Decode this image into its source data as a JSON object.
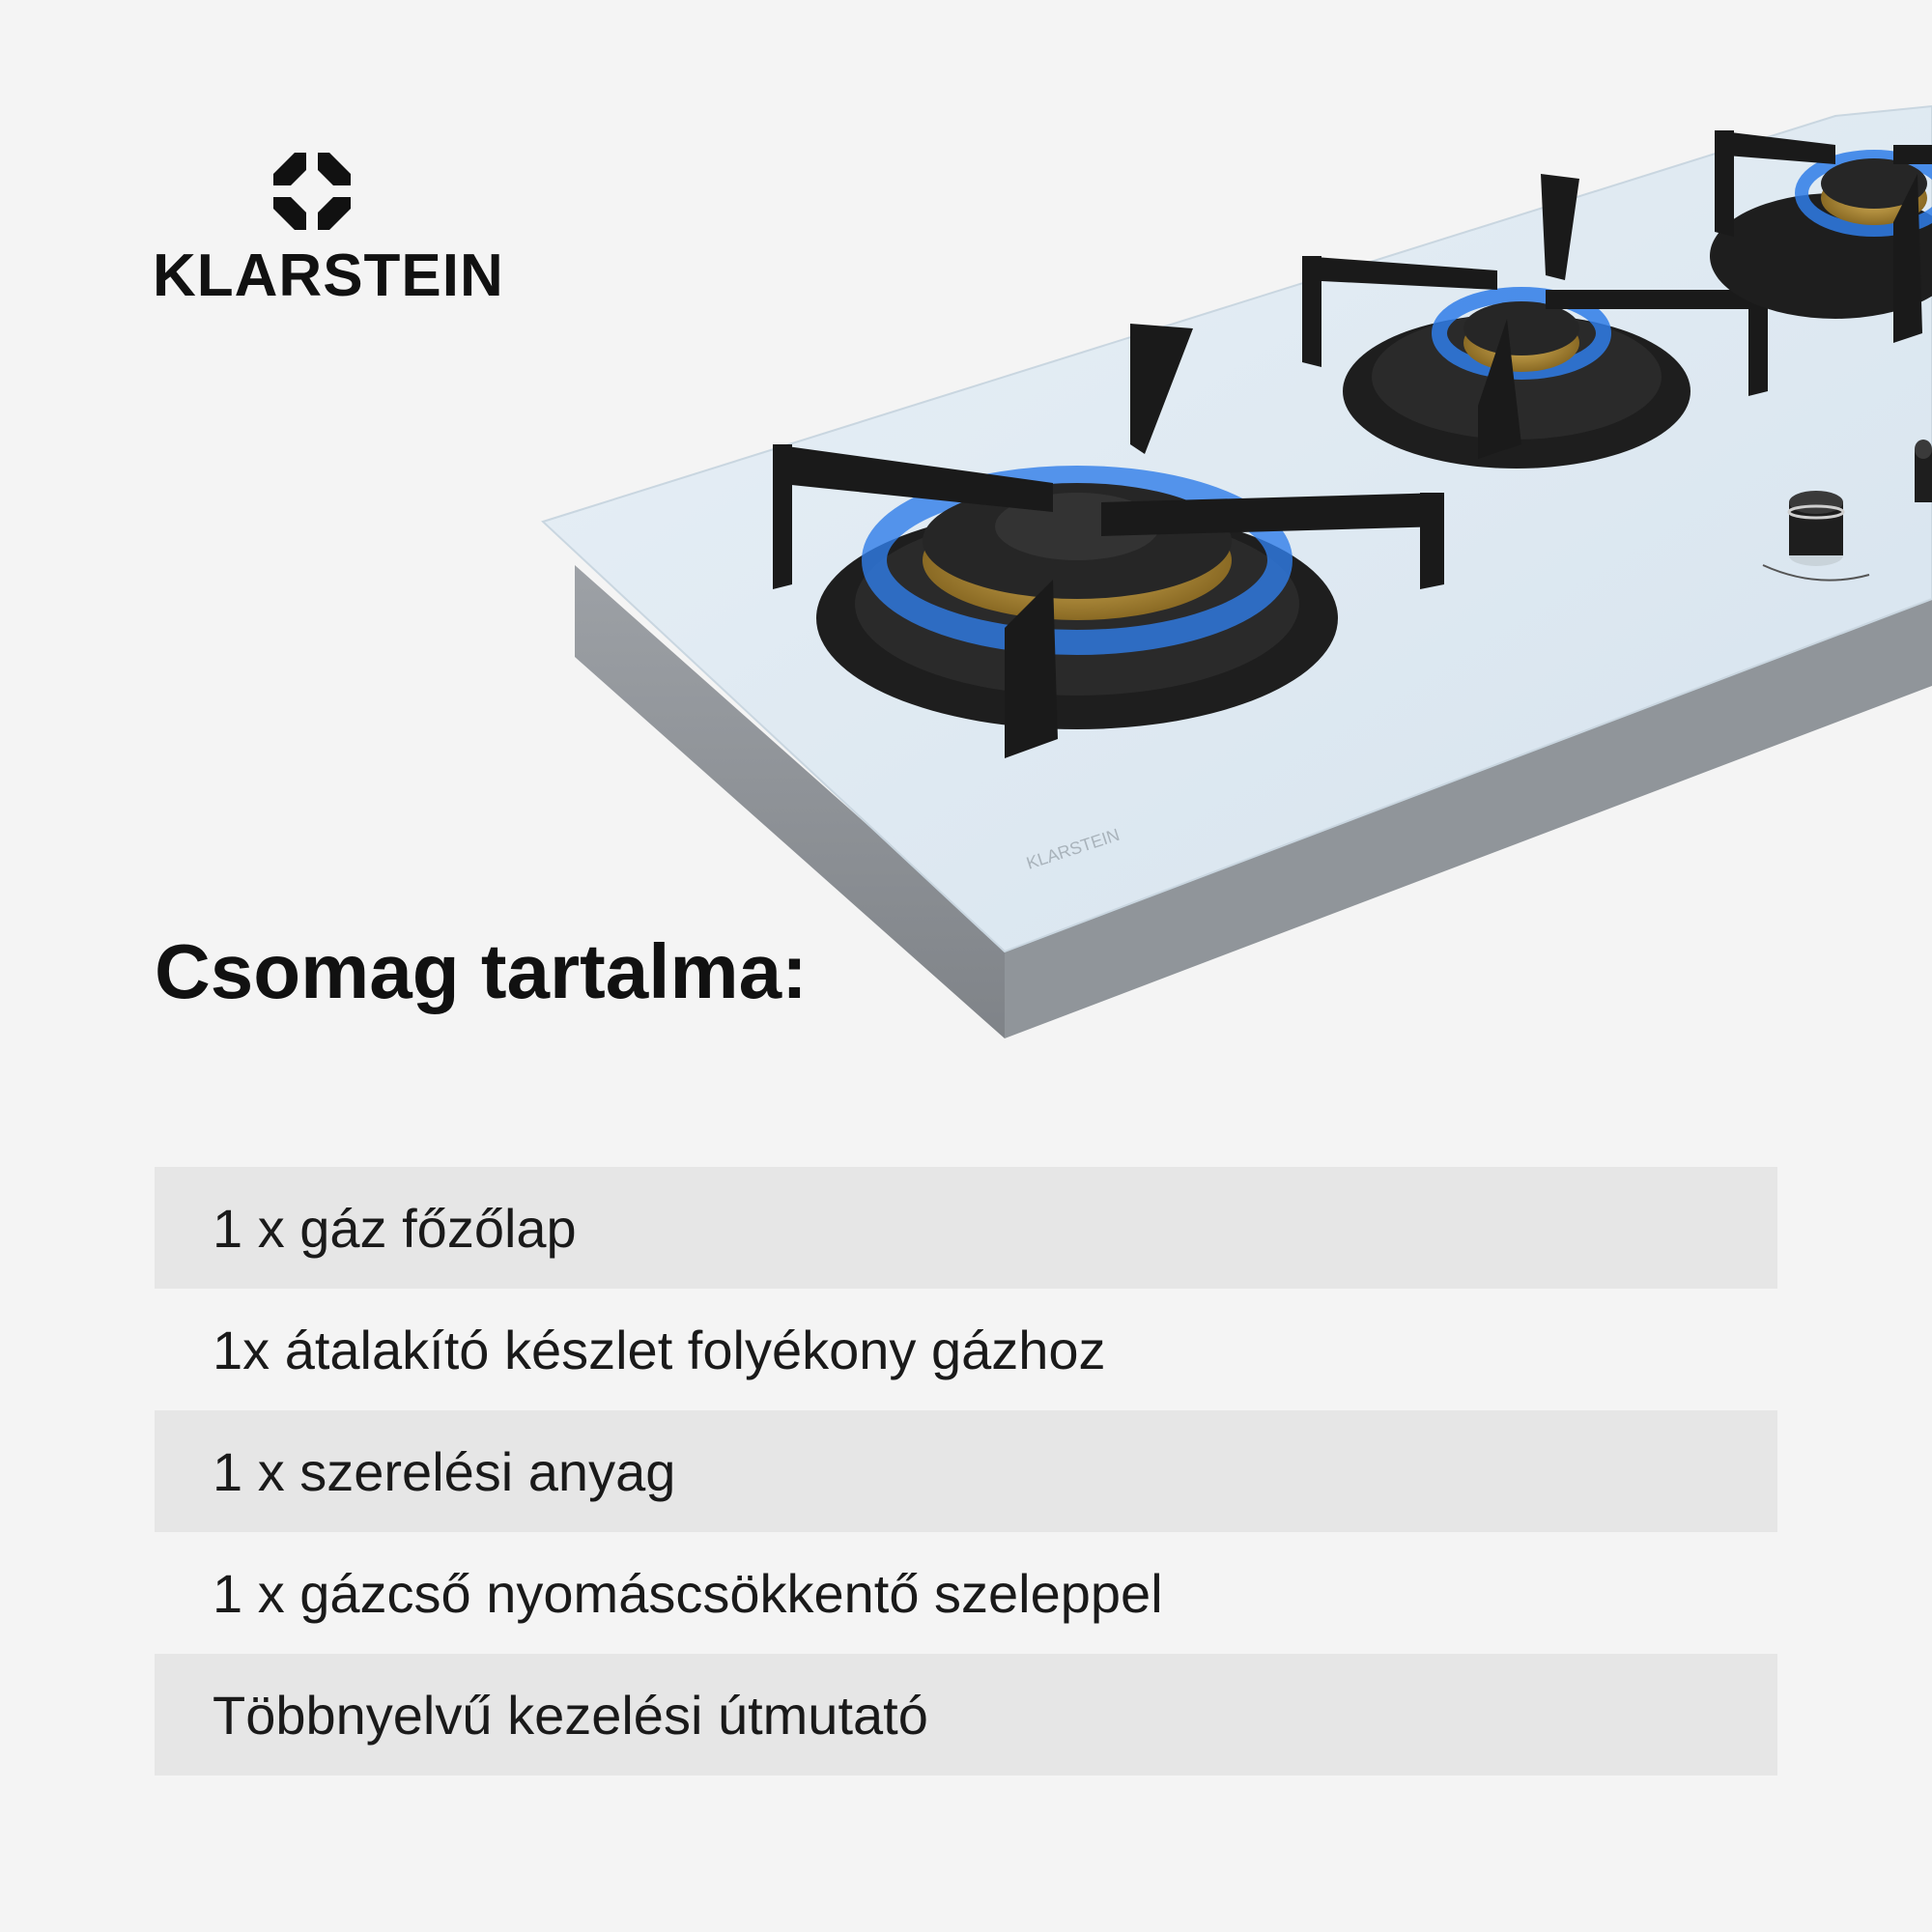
{
  "brand": {
    "name": "KLARSTEIN",
    "logo_icon": "klarstein-diamond-logo",
    "plate_imprint": "KLARSTEIN"
  },
  "product_image": {
    "subject": "gas-hob-with-burners-and-knobs",
    "colors": {
      "glass": "#dce8f1",
      "frame": "#8e9297",
      "grate": "#1d1d1d",
      "flame": "#2f7de8"
    }
  },
  "section": {
    "title": "Csomag tartalma:"
  },
  "contents": [
    {
      "label": "1 x gáz főzőlap"
    },
    {
      "label": "1x átalakító készlet folyékony gázhoz"
    },
    {
      "label": "1 x szerelési anyag"
    },
    {
      "label": "1 x gázcső nyomáscsökkentő szeleppel"
    },
    {
      "label": "Többnyelvű kezelési útmutató"
    }
  ],
  "colors": {
    "background": "#f4f4f4",
    "row_shade": "#e6e6e6",
    "text": "#111111"
  }
}
